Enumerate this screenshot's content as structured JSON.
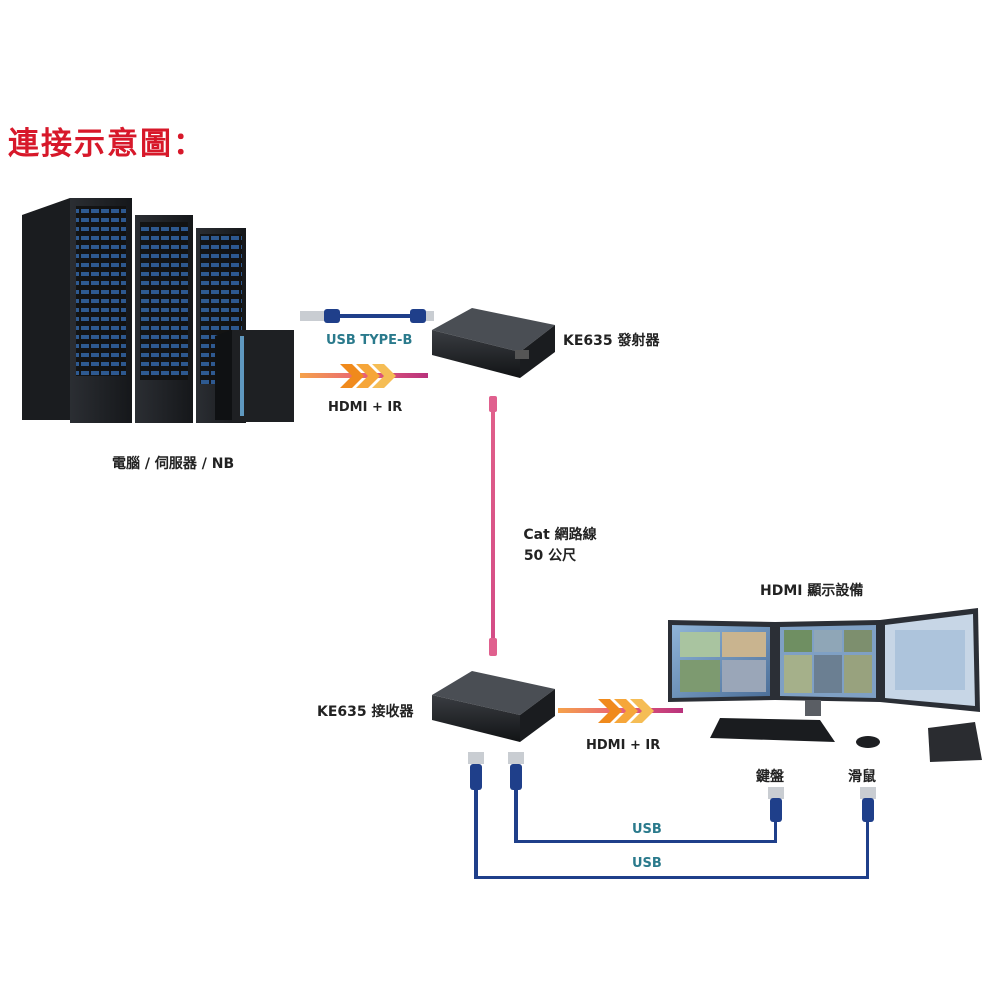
{
  "title": "連接示意圖：",
  "source": {
    "label": "電腦 / 伺服器 / NB",
    "icon": "server-rack-icon"
  },
  "transmitter": {
    "label": "KE635 發射器"
  },
  "receiver": {
    "label": "KE635 接收器"
  },
  "links": {
    "usb_typeb": "USB TYPE-B",
    "hdmi_ir_top": "HDMI + IR",
    "hdmi_ir_bottom": "HDMI + IR",
    "cat_line1": "Cat 網路線",
    "cat_line2": "50 公尺",
    "usb_keyboard": "USB",
    "usb_mouse": "USB"
  },
  "display": {
    "label": "HDMI 顯示設備"
  },
  "keyboard": {
    "label": "鍵盤"
  },
  "mouse": {
    "label": "滑鼠"
  },
  "colors": {
    "title": "#d7182a",
    "usb_blue": "#1f3f8a",
    "hdmi_orange": "#f08a1c",
    "hdmi_pink": "#c2347a",
    "cat_pink": "#e0608e",
    "label_teal": "#2a7a8c"
  }
}
